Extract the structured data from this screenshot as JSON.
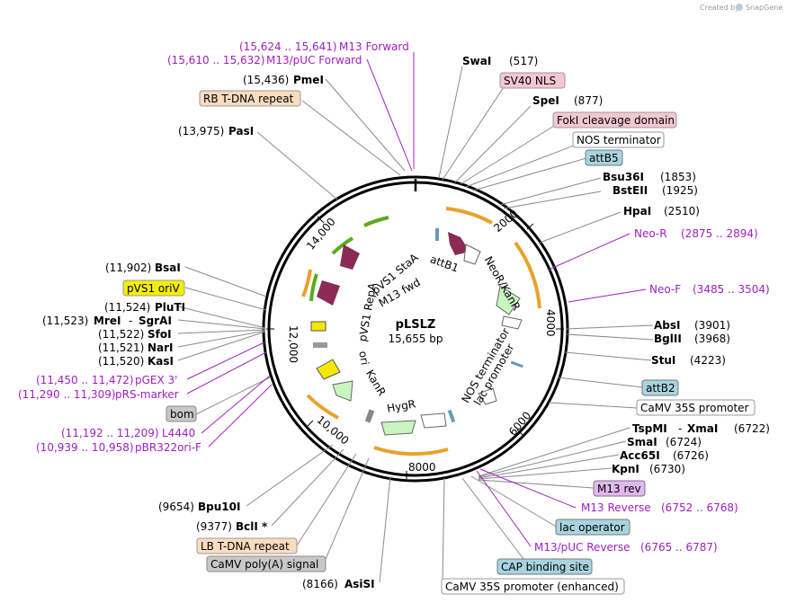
{
  "header": {
    "created_by": "Created by",
    "brand": "SnapGene"
  },
  "plasmid": {
    "name": "pLSLZ",
    "size": "15,655 bp"
  },
  "colors": {
    "feature_purple": "#8b2a55",
    "feature_green": "#5aaa1e",
    "feature_lightgreen": "#c8f5c0",
    "feature_yellow": "#f4e800",
    "primer_orange": "#e8a22a",
    "primer_purple": "#a020c0",
    "box_pink": "#f3c7d4",
    "box_orange": "#fbdcc0",
    "box_teal": "#a8d4e0",
    "box_gray": "#c8c8c8",
    "box_yellow": "#f4f000",
    "box_violet": "#e2b8f0"
  },
  "ticks": [
    "2000",
    "4000",
    "6000",
    "8000",
    "10,000",
    "12,000",
    "14,000"
  ],
  "labels": {
    "left_top": [
      {
        "pos": "(15,624 .. 15,641)",
        "name": "M13 Forward",
        "style": "primer"
      },
      {
        "pos": "(15,610 .. 15,632)",
        "name": "M13/pUC Forward",
        "style": "primer"
      },
      {
        "pos": "(15,436)",
        "name": "PmeI",
        "style": "enzyme"
      },
      {
        "pos": "",
        "name": "RB T-DNA repeat",
        "style": "box_orange"
      },
      {
        "pos": "(13,975)",
        "name": "PasI",
        "style": "enzyme"
      }
    ],
    "left_mid": [
      {
        "pos": "(11,902)",
        "name": "BsaI",
        "style": "enzyme"
      },
      {
        "pos": "",
        "name": "pVS1 oriV",
        "style": "box_yellow"
      },
      {
        "pos": "(11,524)",
        "name": "PluTI",
        "style": "enzyme"
      },
      {
        "pos": "(11,523)",
        "name": "MreI",
        "extra": "SgrAI",
        "style": "enzyme"
      },
      {
        "pos": "(11,522)",
        "name": "SfoI",
        "style": "enzyme"
      },
      {
        "pos": "(11,521)",
        "name": "NarI",
        "style": "enzyme"
      },
      {
        "pos": "(11,520)",
        "name": "KasI",
        "style": "enzyme"
      },
      {
        "pos": "(11,450 .. 11,472)",
        "name": "pGEX 3'",
        "style": "primer"
      },
      {
        "pos": "(11,290 .. 11,309)",
        "name": "pRS-marker",
        "style": "primer"
      },
      {
        "pos": "",
        "name": "bom",
        "style": "box_gray"
      },
      {
        "pos": "(11,192 .. 11,209)",
        "name": "L4440",
        "style": "primer"
      },
      {
        "pos": "(10,939 .. 10,958)",
        "name": "pBR322ori-F",
        "style": "primer"
      }
    ],
    "left_bottom": [
      {
        "pos": "(9654)",
        "name": "Bpu10I",
        "style": "enzyme"
      },
      {
        "pos": "(9377)",
        "name": "BclI *",
        "style": "enzyme"
      },
      {
        "pos": "",
        "name": "LB T-DNA repeat",
        "style": "box_orange"
      },
      {
        "pos": "",
        "name": "CaMV poly(A) signal",
        "style": "box_gray"
      },
      {
        "pos": "(8166)",
        "name": "AsiSI",
        "style": "enzyme"
      }
    ],
    "right_top": [
      {
        "pos": "(517)",
        "name": "SwaI",
        "style": "enzyme"
      },
      {
        "pos": "",
        "name": "SV40 NLS",
        "style": "box_pink"
      },
      {
        "pos": "(877)",
        "name": "SpeI",
        "style": "enzyme"
      },
      {
        "pos": "",
        "name": "FokI cleavage domain",
        "style": "box_pink"
      },
      {
        "pos": "",
        "name": "NOS terminator",
        "style": "box_white"
      },
      {
        "pos": "",
        "name": "attB5",
        "style": "box_teal"
      },
      {
        "pos": "(1853)",
        "name": "Bsu36I",
        "style": "enzyme"
      },
      {
        "pos": "(1925)",
        "name": "BstEII",
        "style": "enzyme"
      },
      {
        "pos": "(2510)",
        "name": "HpaI",
        "style": "enzyme"
      },
      {
        "pos": "(2875 .. 2894)",
        "name": "Neo-R",
        "style": "primer"
      },
      {
        "pos": "(3485 .. 3504)",
        "name": "Neo-F",
        "style": "primer"
      }
    ],
    "right_mid": [
      {
        "pos": "(3901)",
        "name": "AbsI",
        "style": "enzyme"
      },
      {
        "pos": "(3968)",
        "name": "BglII",
        "style": "enzyme"
      },
      {
        "pos": "(4223)",
        "name": "StuI",
        "style": "enzyme"
      },
      {
        "pos": "",
        "name": "attB2",
        "style": "box_teal"
      },
      {
        "pos": "",
        "name": "CaMV 35S promoter",
        "style": "box_white"
      }
    ],
    "right_bottom": [
      {
        "pos": "(6722)",
        "name": "TspMI",
        "extra": "XmaI",
        "style": "enzyme"
      },
      {
        "pos": "(6724)",
        "name": "SmaI",
        "style": "enzyme"
      },
      {
        "pos": "(6726)",
        "name": "Acc65I",
        "style": "enzyme"
      },
      {
        "pos": "(6730)",
        "name": "KpnI",
        "style": "enzyme"
      },
      {
        "pos": "",
        "name": "M13 rev",
        "style": "box_violet"
      },
      {
        "pos": "(6752 .. 6768)",
        "name": "M13 Reverse",
        "style": "primer"
      },
      {
        "pos": "",
        "name": "lac operator",
        "style": "box_teal"
      },
      {
        "pos": "(6765 .. 6787)",
        "name": "M13/pUC Reverse",
        "style": "primer"
      },
      {
        "pos": "",
        "name": "CAP binding site",
        "style": "box_teal"
      },
      {
        "pos": "",
        "name": "CaMV 35S promoter (enhanced)",
        "style": "box_white"
      }
    ]
  },
  "inner_features": [
    "pVS1 StaA",
    "M13 fwd",
    "attB1",
    "NeoR/KanR",
    "pVS1 RepA",
    "ori",
    "KanR",
    "HygR",
    "NOS terminator",
    "lac promoter"
  ]
}
